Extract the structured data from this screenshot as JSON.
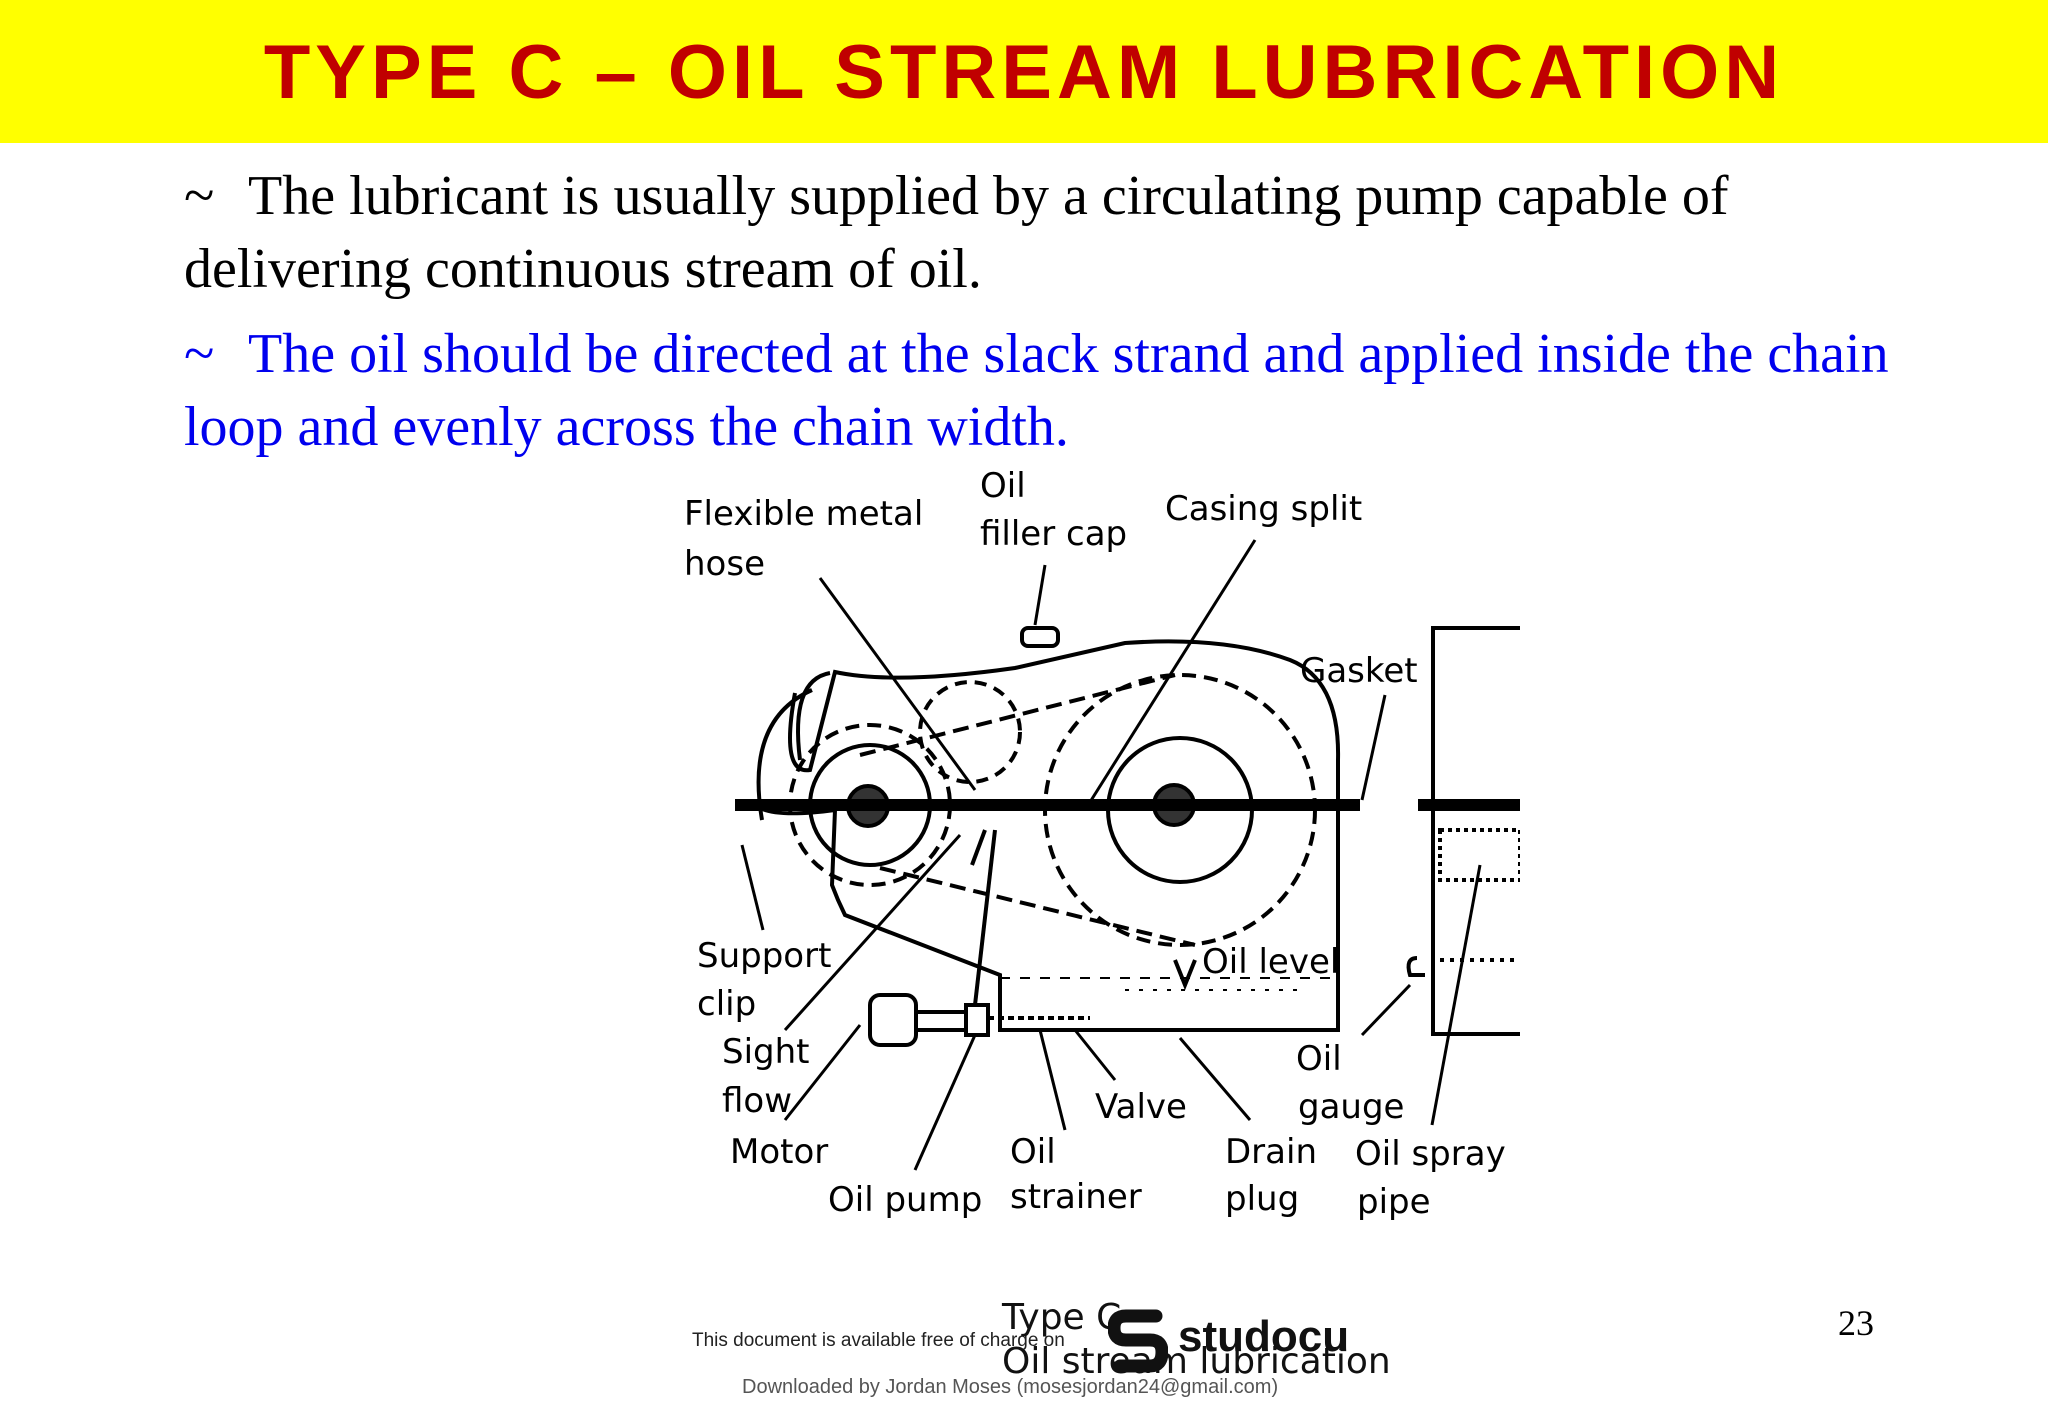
{
  "header": {
    "title": "TYPE C – OIL STREAM LUBRICATION",
    "bg": "#ffff00",
    "title_color": "#c00000"
  },
  "bullets": [
    {
      "marker": "~",
      "text": "The lubricant is usually supplied by a circulating pump capable of delivering continuous stream of oil.",
      "color": "#000000"
    },
    {
      "marker": "~",
      "text": "The oil should be directed at the slack strand and applied inside the chain loop and evenly across the chain width.",
      "color": "#0000ee"
    }
  ],
  "diagram": {
    "labels": {
      "flexible_hose_1": "Flexible metal",
      "flexible_hose_2": "hose",
      "filler_1": "Oil",
      "filler_2": "filler cap",
      "casing_split": "Casing split",
      "gasket": "Gasket",
      "support_1": "Support",
      "support_2": "clip",
      "sight_1": "Sight",
      "sight_2": "flow",
      "motor": "Motor",
      "oil_pump": "Oil pump",
      "strainer_1": "Oil",
      "strainer_2": "strainer",
      "valve": "Valve",
      "oil_level": "Oil level",
      "drain_1": "Drain",
      "drain_2": "plug",
      "gauge_1": "Oil",
      "gauge_2": "gauge",
      "spray_1": "Oil spray",
      "spray_2": "pipe"
    }
  },
  "page_number": "23",
  "footer": {
    "available_text": "This document is available free of charge on",
    "brand": "studocu",
    "doc_title_1": "Type C",
    "doc_title_2": "Oil stream lubrication",
    "downloaded": "Downloaded by Jordan Moses (mosesjordan24@gmail.com)"
  }
}
